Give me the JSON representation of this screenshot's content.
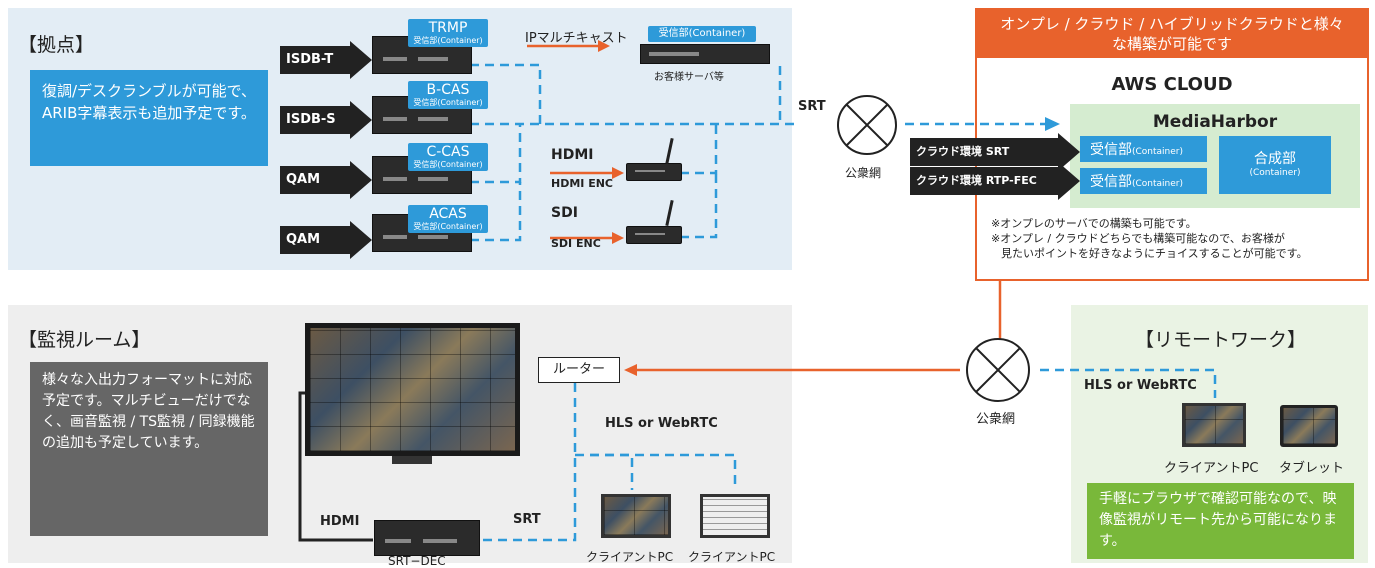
{
  "site": {
    "title": "【拠点】",
    "note": "復調/デスクランブルが可能で、ARIB字幕表示も追加予定です。",
    "receivers": [
      {
        "name": "TRMP",
        "sub": "受信部(Container)",
        "input": "ISDB-T"
      },
      {
        "name": "B-CAS",
        "sub": "受信部(Container)",
        "input": "ISDB-S"
      },
      {
        "name": "C-CAS",
        "sub": "受信部(Container)",
        "input": "QAM"
      },
      {
        "name": "ACAS",
        "sub": "受信部(Container)",
        "input": "QAM"
      }
    ],
    "ip_multicast": "IPマルチキャスト",
    "server_badge": "受信部(Container)",
    "server_label": "お客様サーバ等",
    "hdmi": "HDMI",
    "hdmi_enc": "HDMI ENC",
    "sdi": "SDI",
    "sdi_enc": "SDI ENC",
    "srt": "SRT"
  },
  "public_net": {
    "label": "公衆網"
  },
  "cloud": {
    "header": "オンプレ / クラウド / ハイブリッドクラウドと様々な構築が可能です",
    "aws": "AWS CLOUD",
    "mediaharbor": "MediaHarbor",
    "srt_in": "クラウド環境 SRT",
    "rtp_in": "クラウド環境 RTP-FEC",
    "recv_main": "受信部",
    "recv_sub": "(Container)",
    "comp_main": "合成部",
    "comp_sub": "(Container)",
    "note1": "※オンプレのサーバでの構築も可能です。",
    "note2": "※オンプレ / クラウドどちらでも構築可能なので、お客様が",
    "note3": "見たいポイントを好きなようにチョイスすることが可能です。"
  },
  "monitor": {
    "title": "【監視ルーム】",
    "note": "様々な入出力フォーマットに対応予定です。マルチビューだけでなく、画音監視 / TS監視 / 同録機能の追加も予定しています。",
    "router": "ルーター",
    "hls": "HLS or WebRTC",
    "hdmi": "HDMI",
    "srt": "SRT",
    "decoder": "SRT−DEC",
    "pc1": "クライアントPC",
    "pc2": "クライアントPC"
  },
  "remote": {
    "title": "【リモートワーク】",
    "public_net": "公衆網",
    "hls": "HLS or WebRTC",
    "pc": "クライアントPC",
    "tablet": "タブレット",
    "note": "手軽にブラウザで確認可能なので、映像監視がリモート先から可能になります。"
  },
  "colors": {
    "blue": "#2e9ad9",
    "orange": "#e8622c",
    "lightblue": "#e3edf5",
    "lightgray": "#eeeeee",
    "lightgreen": "#eaf3e4",
    "green": "#79b83a",
    "mediaharbor": "#d5ecd0"
  }
}
